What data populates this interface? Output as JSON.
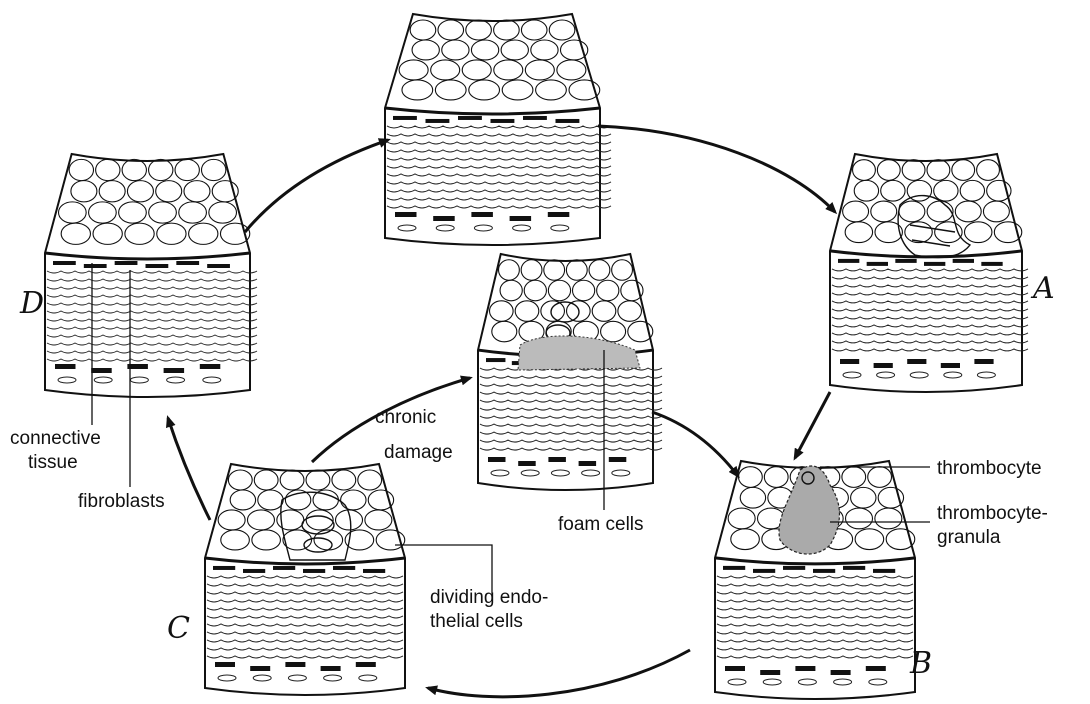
{
  "stage_letters": {
    "a": "A",
    "b": "B",
    "c": "C",
    "d": "D"
  },
  "labels": {
    "connective_tissue_1": "connective",
    "connective_tissue_2": "tissue",
    "fibroblasts": "fibroblasts",
    "chronic_damage_1": "chronic",
    "chronic_damage_2": "damage",
    "foam_cells": "foam cells",
    "dividing_1": "dividing endo-",
    "dividing_2": "thelial cells",
    "thrombocyte": "thrombocyte",
    "thrombocyte_granula_1": "thrombocyte-",
    "thrombocyte_granula_2": "granula"
  },
  "colors": {
    "ink": "#111111",
    "background": "#ffffff"
  }
}
